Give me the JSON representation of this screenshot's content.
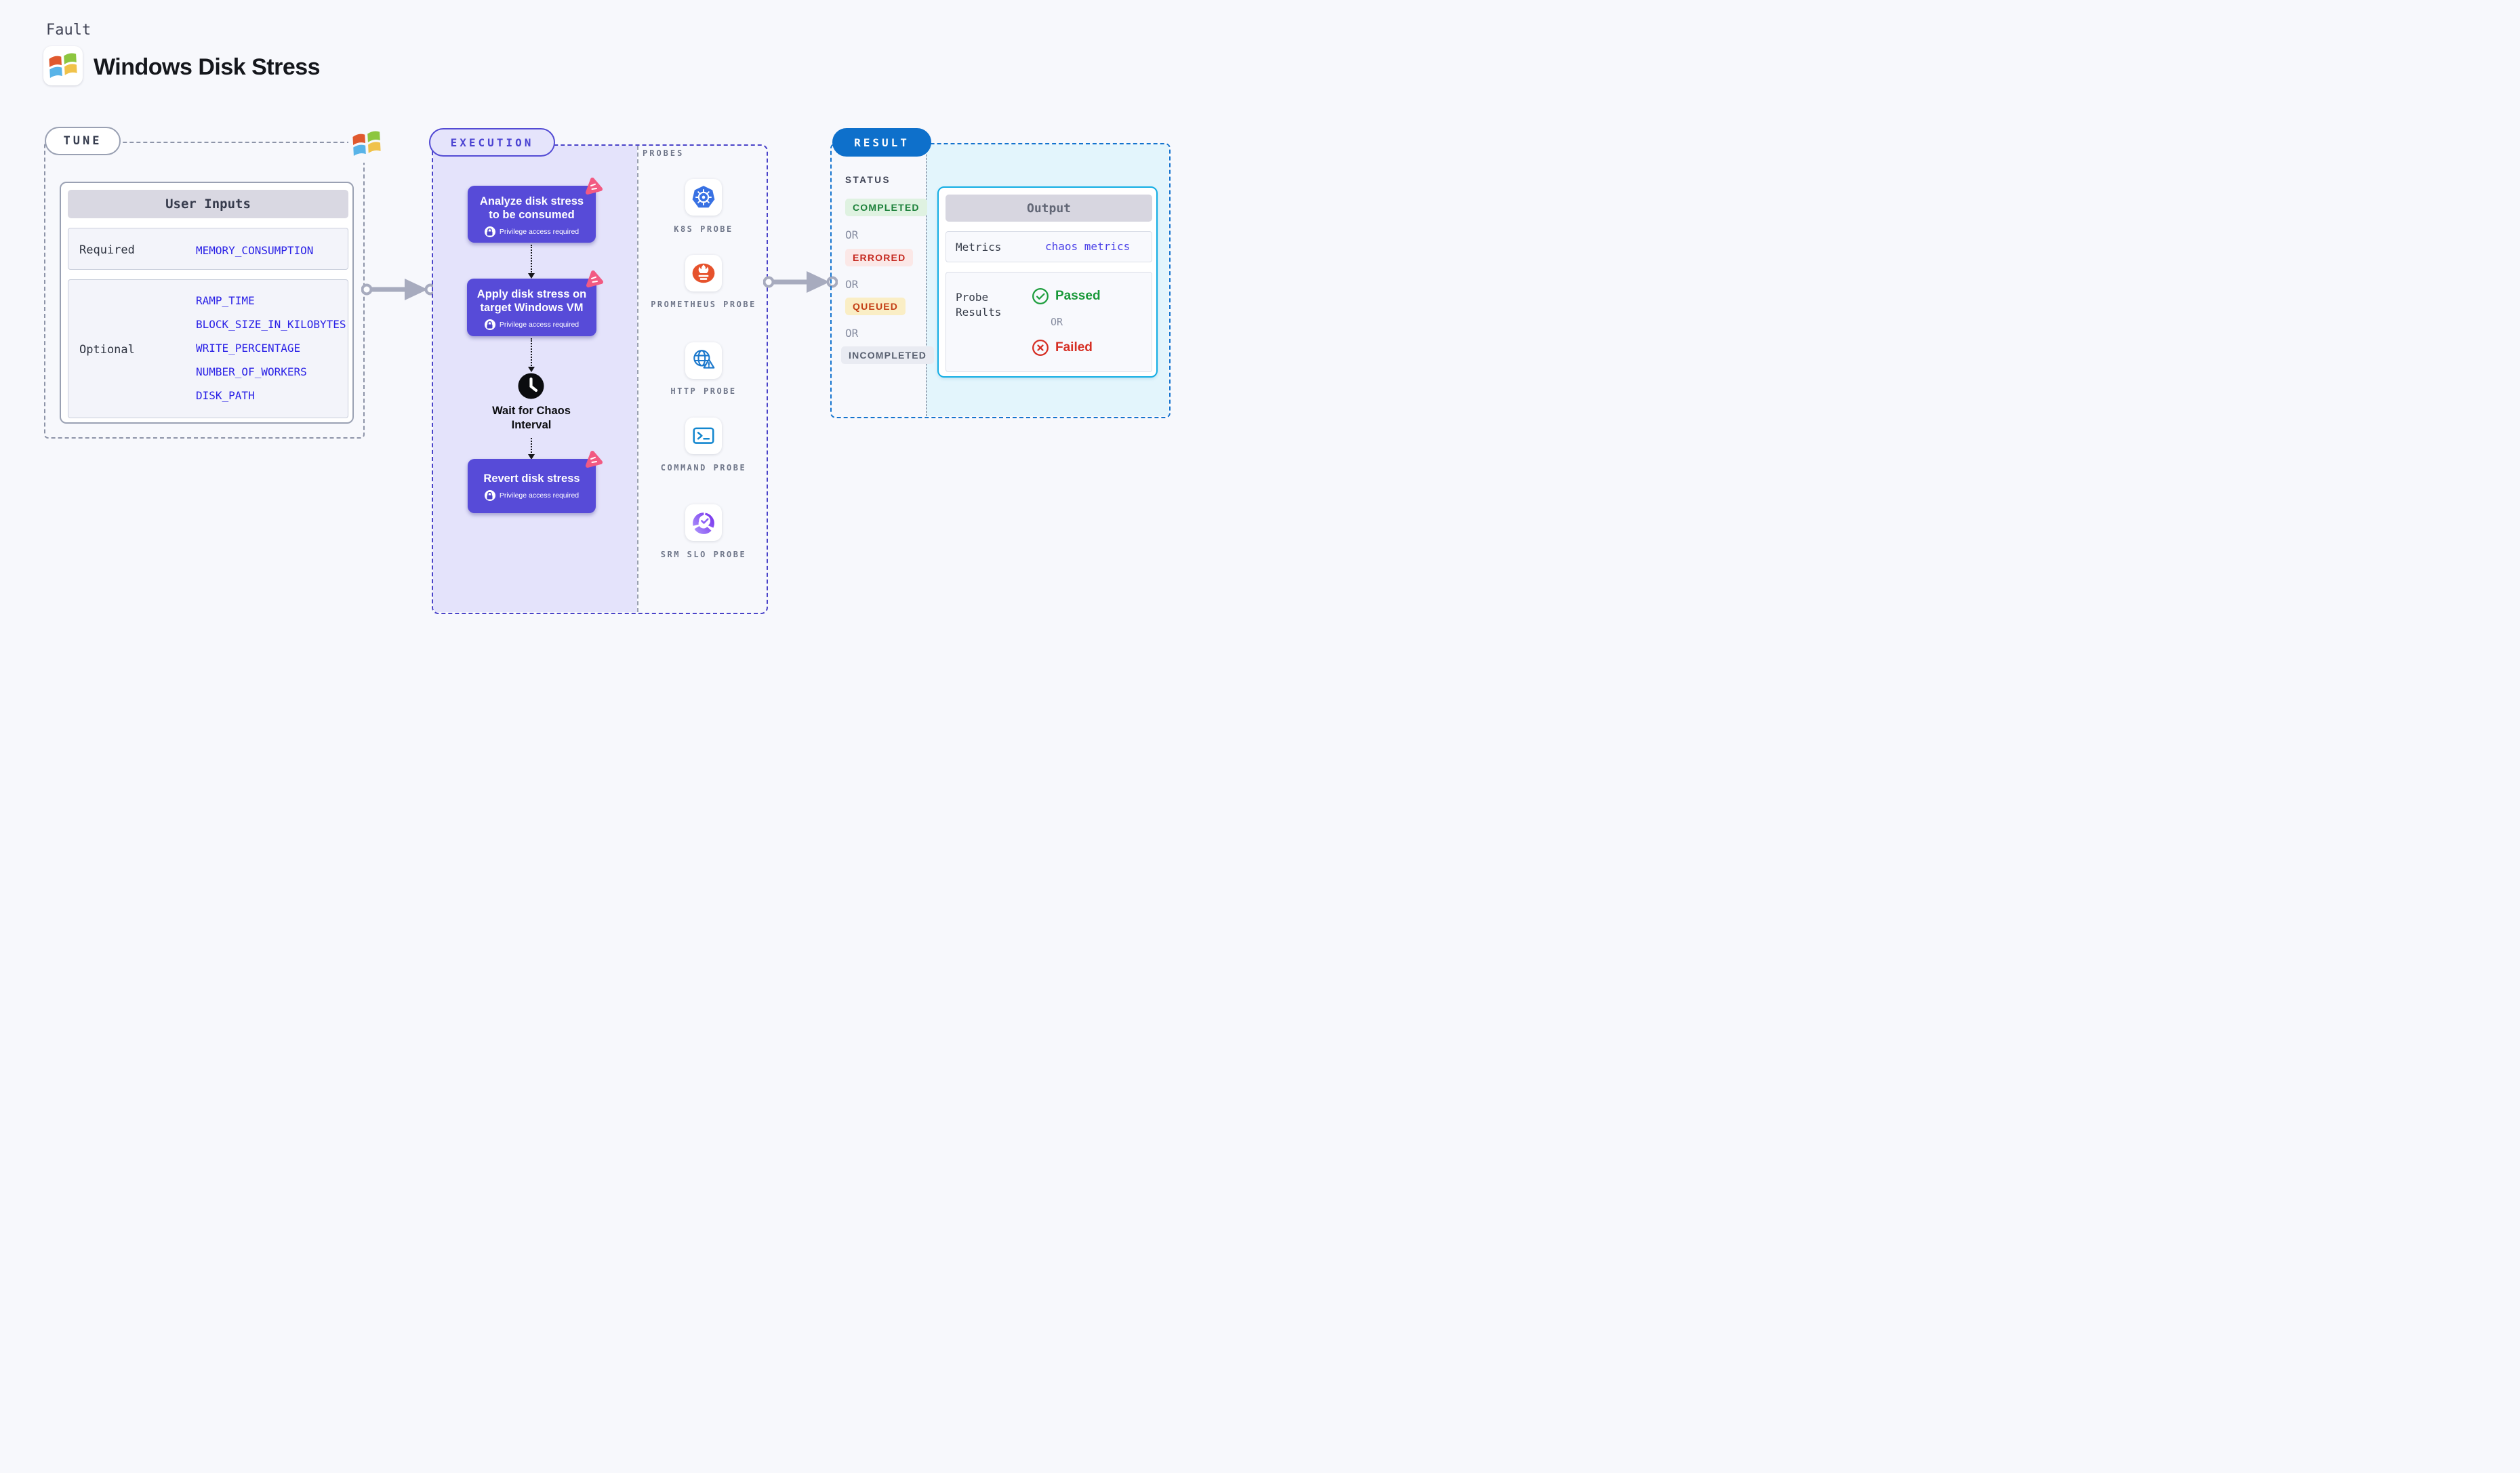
{
  "header": {
    "eyebrow": "Fault",
    "title": "Windows Disk Stress",
    "logo_icon": "windows-logo-icon"
  },
  "tune": {
    "label": "TUNE",
    "corner_logo_icon": "windows-logo-icon",
    "card": {
      "title": "User Inputs",
      "rows": [
        {
          "label": "Required",
          "values": [
            "MEMORY_CONSUMPTION"
          ]
        },
        {
          "label": "Optional",
          "values": [
            "RAMP_TIME",
            "BLOCK_SIZE_IN_KILOBYTES",
            "WRITE_PERCENTAGE",
            "NUMBER_OF_WORKERS",
            "DISK_PATH"
          ]
        }
      ]
    }
  },
  "execution": {
    "label": "EXECUTION",
    "steps": [
      {
        "title": "Analyze disk stress to be consumed",
        "badge": "Privilege access required",
        "badge_icon": "lock-icon",
        "corner_icon": "chaos-fault-icon"
      },
      {
        "title": "Apply disk stress on target Windows VM",
        "badge": "Privilege access required",
        "badge_icon": "lock-icon",
        "corner_icon": "chaos-fault-icon"
      },
      {
        "title": "Revert disk stress",
        "badge": "Privilege access required",
        "badge_icon": "lock-icon",
        "corner_icon": "chaos-fault-icon"
      }
    ],
    "wait_label": "Wait for Chaos Interval",
    "wait_icon": "clock-icon"
  },
  "probes": {
    "title": "PROBES",
    "items": [
      {
        "label": "K8S PROBE",
        "icon": "kubernetes-icon"
      },
      {
        "label": "PROMETHEUS PROBE",
        "icon": "prometheus-icon"
      },
      {
        "label": "HTTP PROBE",
        "icon": "http-globe-icon"
      },
      {
        "label": "COMMAND PROBE",
        "icon": "terminal-icon"
      },
      {
        "label": "SRM SLO PROBE",
        "icon": "slo-donut-icon"
      }
    ]
  },
  "result": {
    "label": "RESULT",
    "status_title": "STATUS",
    "or_label": "OR",
    "statuses": [
      {
        "text": "COMPLETED",
        "fg": "#1B8039",
        "bg": "#DFF2E1"
      },
      {
        "text": "ERRORED",
        "fg": "#C5291F",
        "bg": "#FBE8E7"
      },
      {
        "text": "QUEUED",
        "fg": "#C33E14",
        "bg": "#FAEEC5"
      },
      {
        "text": "INCOMPLETED",
        "fg": "#596070",
        "bg": "#E9EBF2"
      }
    ],
    "output": {
      "title": "Output",
      "metrics_label": "Metrics",
      "metrics_value": "chaos metrics",
      "probe_results_label": "Probe Results",
      "passed_label": "Passed",
      "or_label": "OR",
      "failed_label": "Failed",
      "passed_icon": "check-circle-icon",
      "failed_icon": "x-circle-icon"
    }
  },
  "colors": {
    "page_bg": "#F7F8FC",
    "lavender_fill": "#E4E3FB",
    "execution_dash": "#4A43C9",
    "tune_dash": "#8D94A8",
    "result_dash": "#1373CE",
    "result_pill_bg": "#0E70CB",
    "cyan_fill": "#E3F5FC",
    "step_card_bg": "#574BD8",
    "value_blue": "#2A21E6",
    "metrics_value_blue": "#4A40E8",
    "output_border": "#12ADE4",
    "connector_gray": "#A7ABBE",
    "chaos_fault_pink": "#F25A82",
    "passed_green": "#189838",
    "failed_red": "#D62F24"
  }
}
